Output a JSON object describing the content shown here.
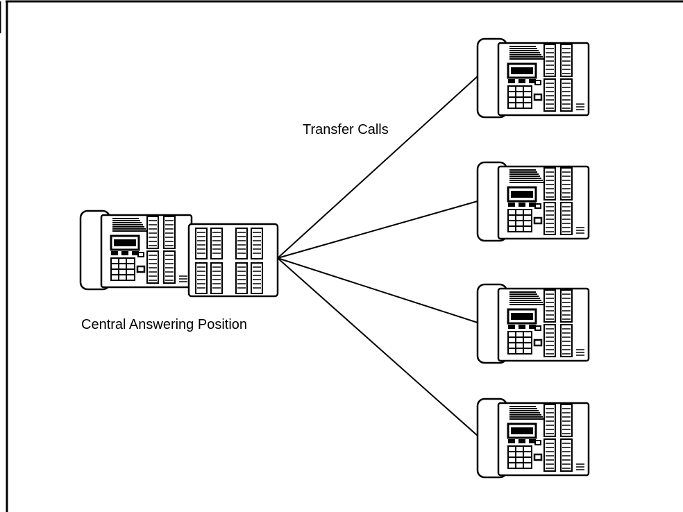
{
  "labels": {
    "transfer_calls": "Transfer Calls",
    "central_answering_position": "Central Answering Position"
  },
  "nodes": {
    "central": {
      "type": "telephone-with-expansion-module",
      "count": 1
    },
    "extensions": [
      {
        "type": "telephone"
      },
      {
        "type": "telephone"
      },
      {
        "type": "telephone"
      },
      {
        "type": "telephone"
      }
    ]
  },
  "colors": {
    "line": "#000000",
    "background": "#ffffff"
  }
}
